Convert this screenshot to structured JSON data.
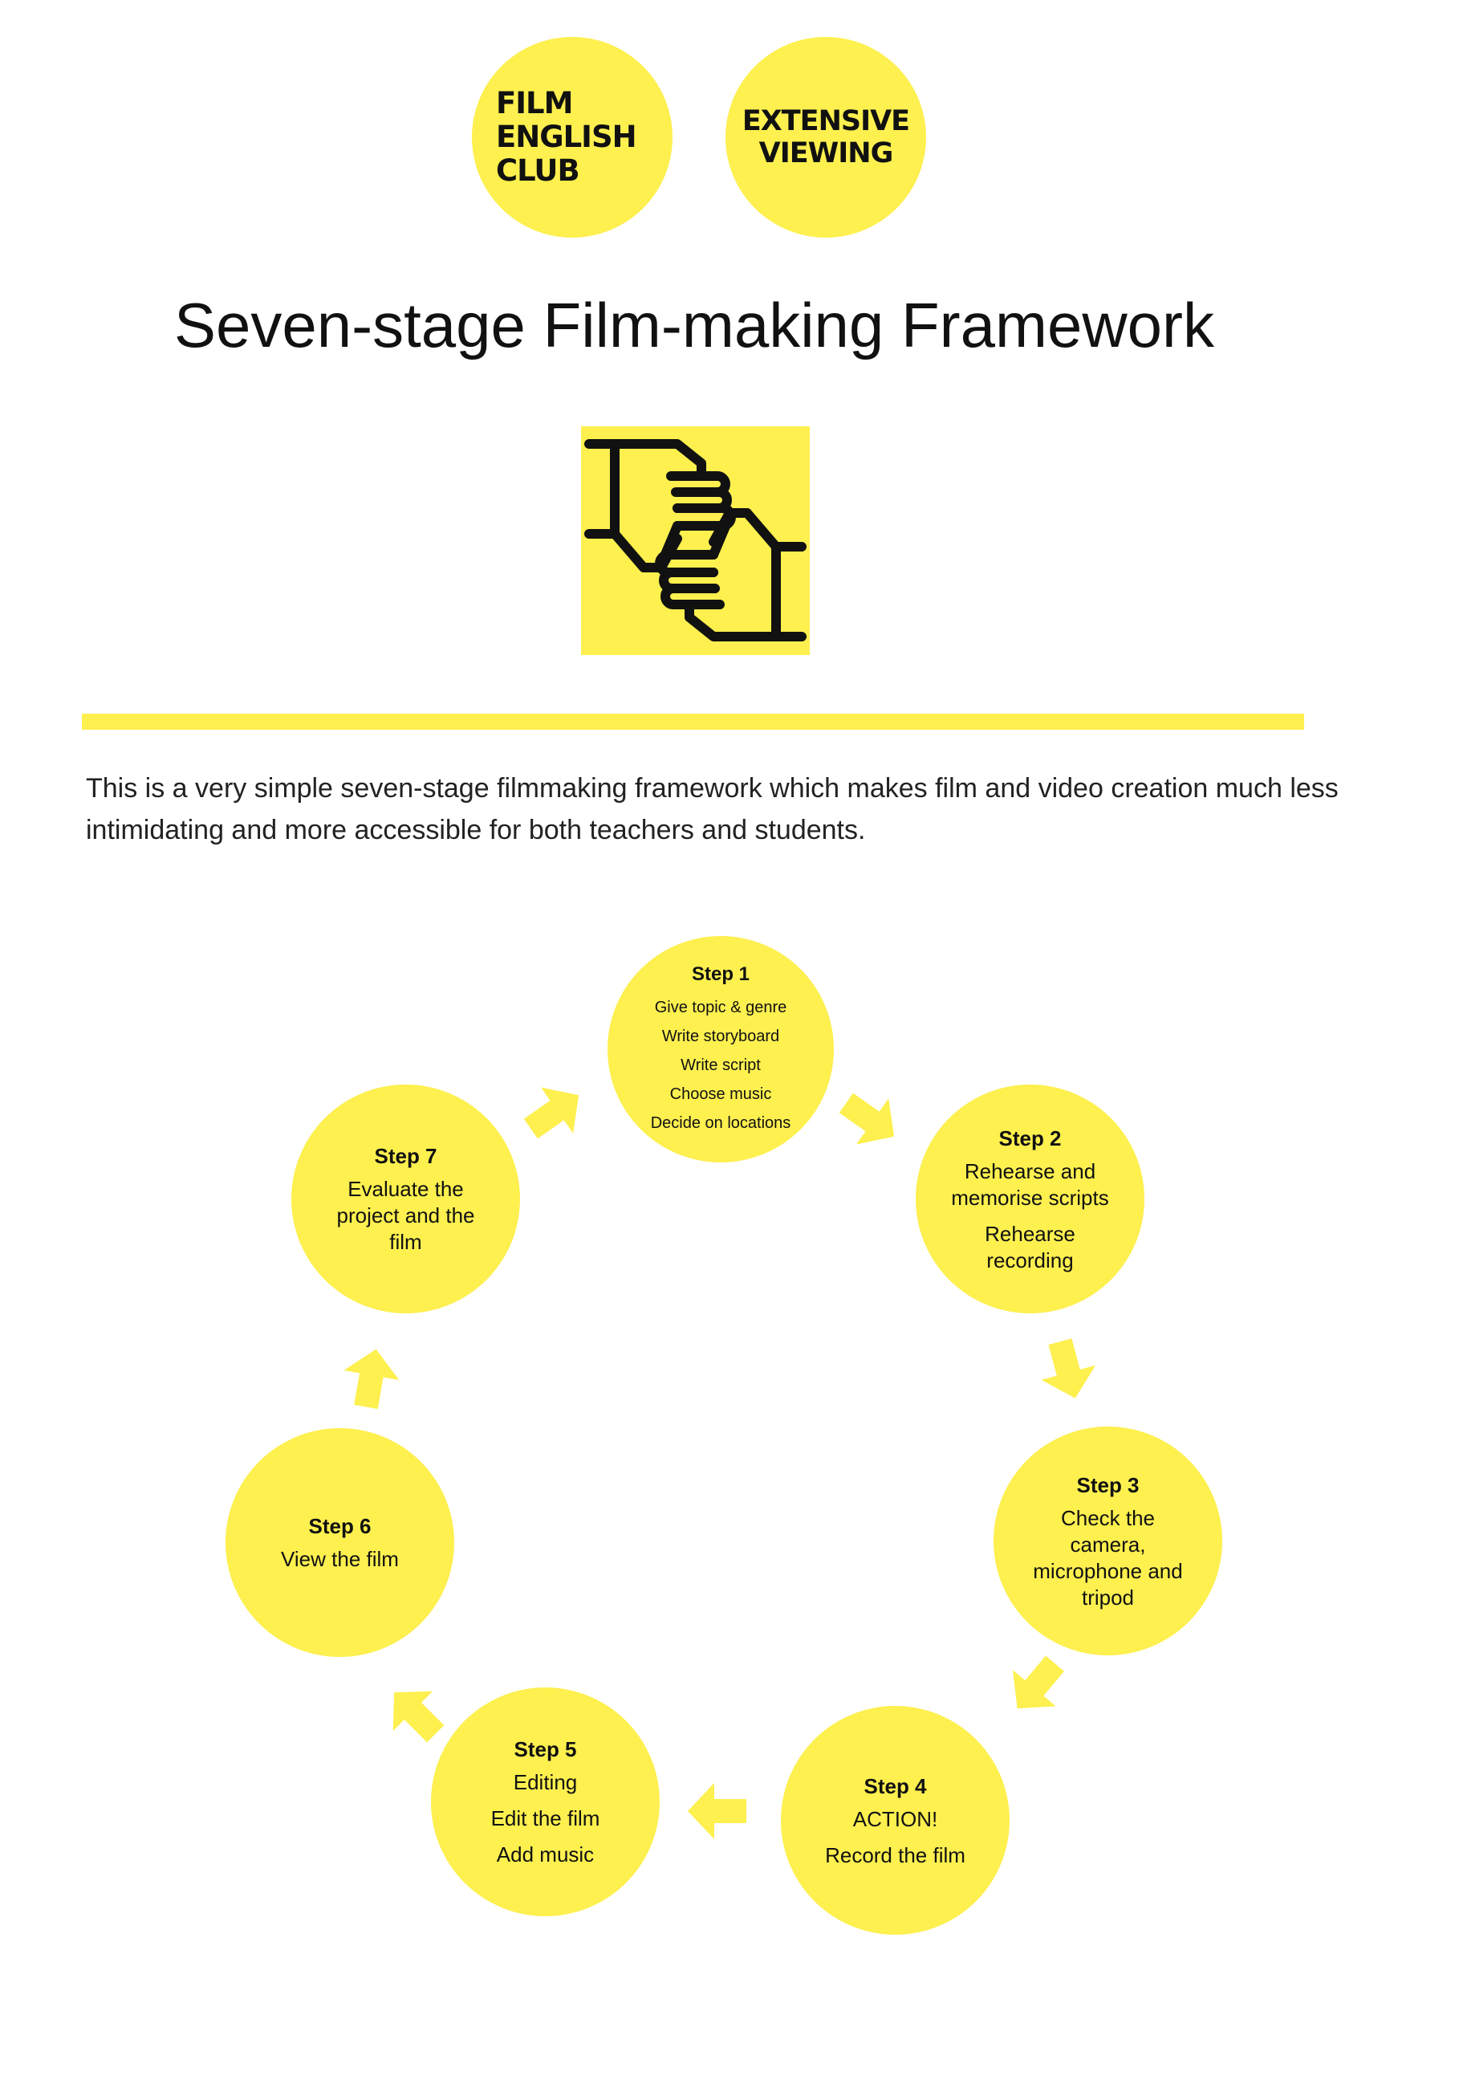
{
  "logos": {
    "film_english_club": [
      "FILM",
      "ENGLISH",
      "CLUB"
    ],
    "extensive_viewing": [
      "EXTENSIVE",
      "VIEWING"
    ]
  },
  "title": "Seven-stage Film-making Framework",
  "icon": "framing-hands-icon",
  "intro": "This is a very simple seven-stage filmmaking framework which makes film and video creation much less intimidating and more accessible for both teachers and students.",
  "colors": {
    "accent": "#fdf04f",
    "text": "#111111"
  },
  "steps": [
    {
      "title": "Step 1",
      "lines": [
        "Give topic & genre",
        "Write storyboard",
        "Write script",
        "Choose music",
        "Decide on locations"
      ]
    },
    {
      "title": "Step 2",
      "lines": [
        "Rehearse and memorise scripts",
        "Rehearse recording"
      ]
    },
    {
      "title": "Step 3",
      "lines": [
        "Check the camera, microphone and tripod"
      ]
    },
    {
      "title": "Step 4",
      "lines": [
        "ACTION!",
        "Record the film"
      ]
    },
    {
      "title": "Step 5",
      "lines": [
        "Editing",
        "Edit the film",
        "Add music"
      ]
    },
    {
      "title": "Step 6",
      "lines": [
        "View the film"
      ]
    },
    {
      "title": "Step 7",
      "lines": [
        "Evaluate the project and the film"
      ]
    }
  ]
}
